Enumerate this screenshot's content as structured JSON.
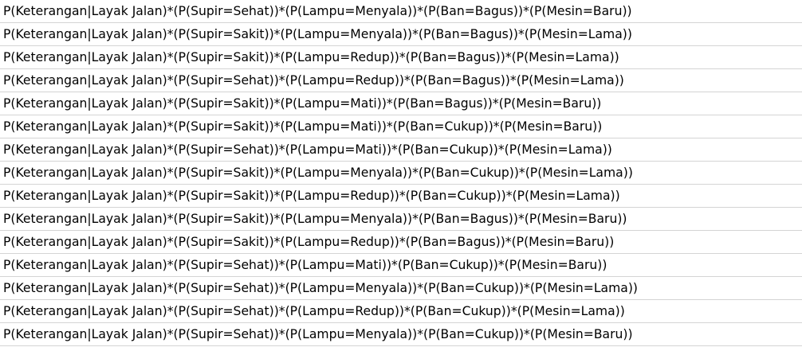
{
  "rows": [
    "P(Keterangan|Layak Jalan)*(P(Supir=Sehat))*(P(Lampu=Menyala))*(P(Ban=Bagus))*(P(Mesin=Baru))",
    "P(Keterangan|Layak Jalan)*(P(Supir=Sakit))*(P(Lampu=Menyala))*(P(Ban=Bagus))*(P(Mesin=Lama))",
    "P(Keterangan|Layak Jalan)*(P(Supir=Sakit))*(P(Lampu=Redup))*(P(Ban=Bagus))*(P(Mesin=Lama))",
    "P(Keterangan|Layak Jalan)*(P(Supir=Sehat))*(P(Lampu=Redup))*(P(Ban=Bagus))*(P(Mesin=Lama))",
    "P(Keterangan|Layak Jalan)*(P(Supir=Sakit))*(P(Lampu=Mati))*(P(Ban=Bagus))*(P(Mesin=Baru))",
    "P(Keterangan|Layak Jalan)*(P(Supir=Sakit))*(P(Lampu=Mati))*(P(Ban=Cukup))*(P(Mesin=Baru))",
    "P(Keterangan|Layak Jalan)*(P(Supir=Sehat))*(P(Lampu=Mati))*(P(Ban=Cukup))*(P(Mesin=Lama))",
    "P(Keterangan|Layak Jalan)*(P(Supir=Sakit))*(P(Lampu=Menyala))*(P(Ban=Cukup))*(P(Mesin=Lama))",
    "P(Keterangan|Layak Jalan)*(P(Supir=Sakit))*(P(Lampu=Redup))*(P(Ban=Cukup))*(P(Mesin=Lama))",
    "P(Keterangan|Layak Jalan)*(P(Supir=Sakit))*(P(Lampu=Menyala))*(P(Ban=Bagus))*(P(Mesin=Baru))",
    "P(Keterangan|Layak Jalan)*(P(Supir=Sakit))*(P(Lampu=Redup))*(P(Ban=Bagus))*(P(Mesin=Baru))",
    "P(Keterangan|Layak Jalan)*(P(Supir=Sehat))*(P(Lampu=Mati))*(P(Ban=Cukup))*(P(Mesin=Baru))",
    "P(Keterangan|Layak Jalan)*(P(Supir=Sehat))*(P(Lampu=Menyala))*(P(Ban=Cukup))*(P(Mesin=Lama))",
    "P(Keterangan|Layak Jalan)*(P(Supir=Sehat))*(P(Lampu=Redup))*(P(Ban=Cukup))*(P(Mesin=Lama))",
    "P(Keterangan|Layak Jalan)*(P(Supir=Sehat))*(P(Lampu=Menyala))*(P(Ban=Cukup))*(P(Mesin=Baru))"
  ],
  "colors": {
    "gridline": "#d4d4d4",
    "text": "#000000",
    "background": "#ffffff"
  }
}
